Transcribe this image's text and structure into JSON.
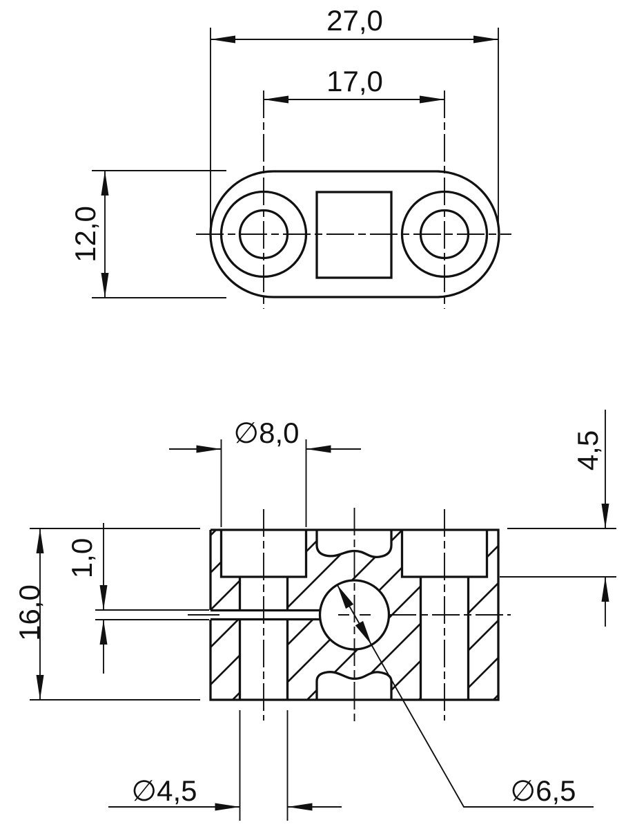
{
  "drawing": {
    "type": "engineering-drawing",
    "views": [
      "top-view",
      "sectioned-front-view"
    ],
    "line_color": "#111111",
    "background_color": "#ffffff"
  },
  "labels": {
    "top_width": "27,0",
    "hole_spacing": "17,0",
    "top_height": "12,0",
    "counterbore_dia": "∅8,0",
    "counterbore_depth": "4,5",
    "slot_width": "1,0",
    "block_height": "16,0",
    "hole_dia": "∅4,5",
    "cross_hole_dia": "∅6,5"
  }
}
